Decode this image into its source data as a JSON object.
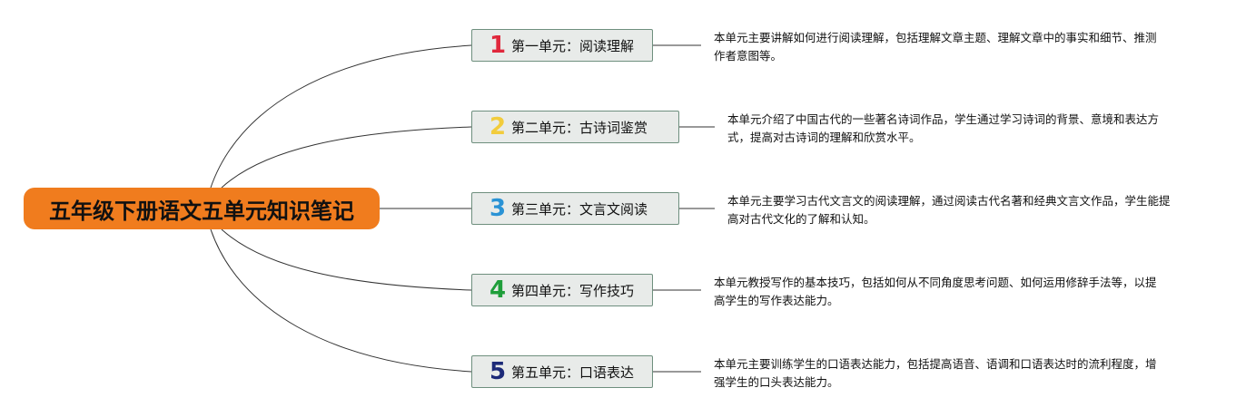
{
  "root": {
    "title": "五年级下册语文五单元知识笔记"
  },
  "units": [
    {
      "number": "1",
      "title": "第一单元：阅读理解",
      "color": "#e0283c",
      "description": "本单元主要讲解如何进行阅读理解，包括理解文章主题、理解文章中的事实和细节、推测作者意图等。"
    },
    {
      "number": "2",
      "title": "第二单元：古诗词鉴赏",
      "color": "#f2cc3c",
      "description": "本单元介绍了中国古代的一些著名诗词作品，学生通过学习诗词的背景、意境和表达方式，提高对古诗词的理解和欣赏水平。"
    },
    {
      "number": "3",
      "title": "第三单元：文言文阅读",
      "color": "#2a93d5",
      "description": "本单元主要学习古代文言文的阅读理解，通过阅读古代名著和经典文言文作品，学生能提高对古代文化的了解和认知。"
    },
    {
      "number": "4",
      "title": "第四单元：写作技巧",
      "color": "#1f9e3a",
      "description": "本单元教授写作的基本技巧，包括如何从不同角度思考问题、如何运用修辞手法等，以提高学生的写作表达能力。"
    },
    {
      "number": "5",
      "title": "第五单元：口语表达",
      "color": "#1c2a78",
      "description": "本单元主要训练学生的口语表达能力，包括提高语音、语调和口语表达时的流利程度，增强学生的口头表达能力。"
    }
  ]
}
